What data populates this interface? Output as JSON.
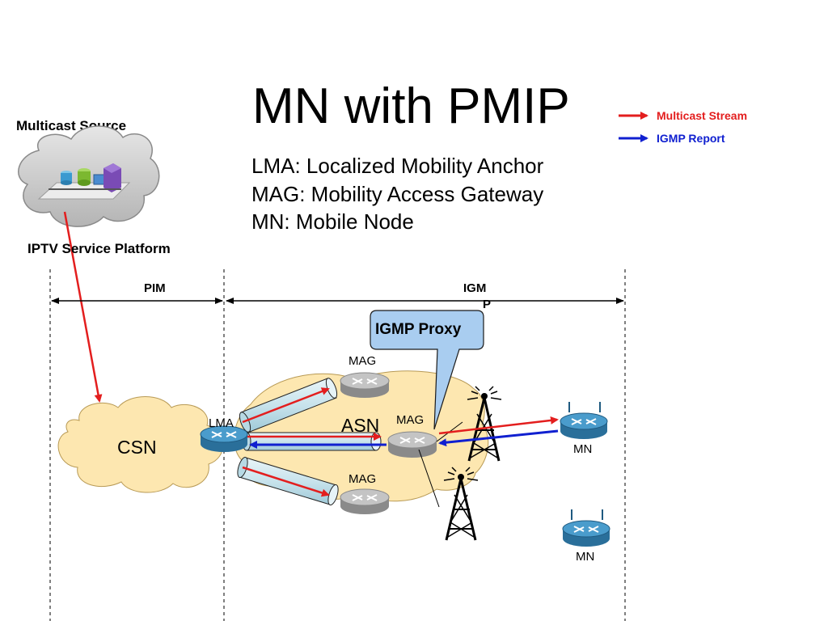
{
  "title": "MN with PMIP",
  "definitions": [
    "LMA: Localized Mobility Anchor",
    "MAG: Mobility Access Gateway",
    "MN: Mobile Node"
  ],
  "legend": {
    "multicast": {
      "label": "Multicast Stream",
      "color": "#e31e1e"
    },
    "igmp": {
      "label": "IGMP Report",
      "color": "#1020d0"
    }
  },
  "source": {
    "heading": "Multicast Source",
    "platform": "IPTV Service Platform"
  },
  "segments": {
    "pim": "PIM",
    "igmp_line1": "IGM",
    "igmp_line2": "P"
  },
  "callout": "IGMP Proxy",
  "network": {
    "csn": "CSN",
    "asn": "ASN",
    "lma": "LMA",
    "mag_top": "MAG",
    "mag_mid": "MAG",
    "mag_bottom": "MAG",
    "mn1": "MN",
    "mn2": "MN"
  },
  "colors": {
    "cloud_fill": "#fde7b0",
    "callout_fill": "#a9cdf0",
    "router_blue": "#3a8fc0",
    "router_gray": "#a8a8a8",
    "tunnel_fill": "#cde6ee"
  }
}
